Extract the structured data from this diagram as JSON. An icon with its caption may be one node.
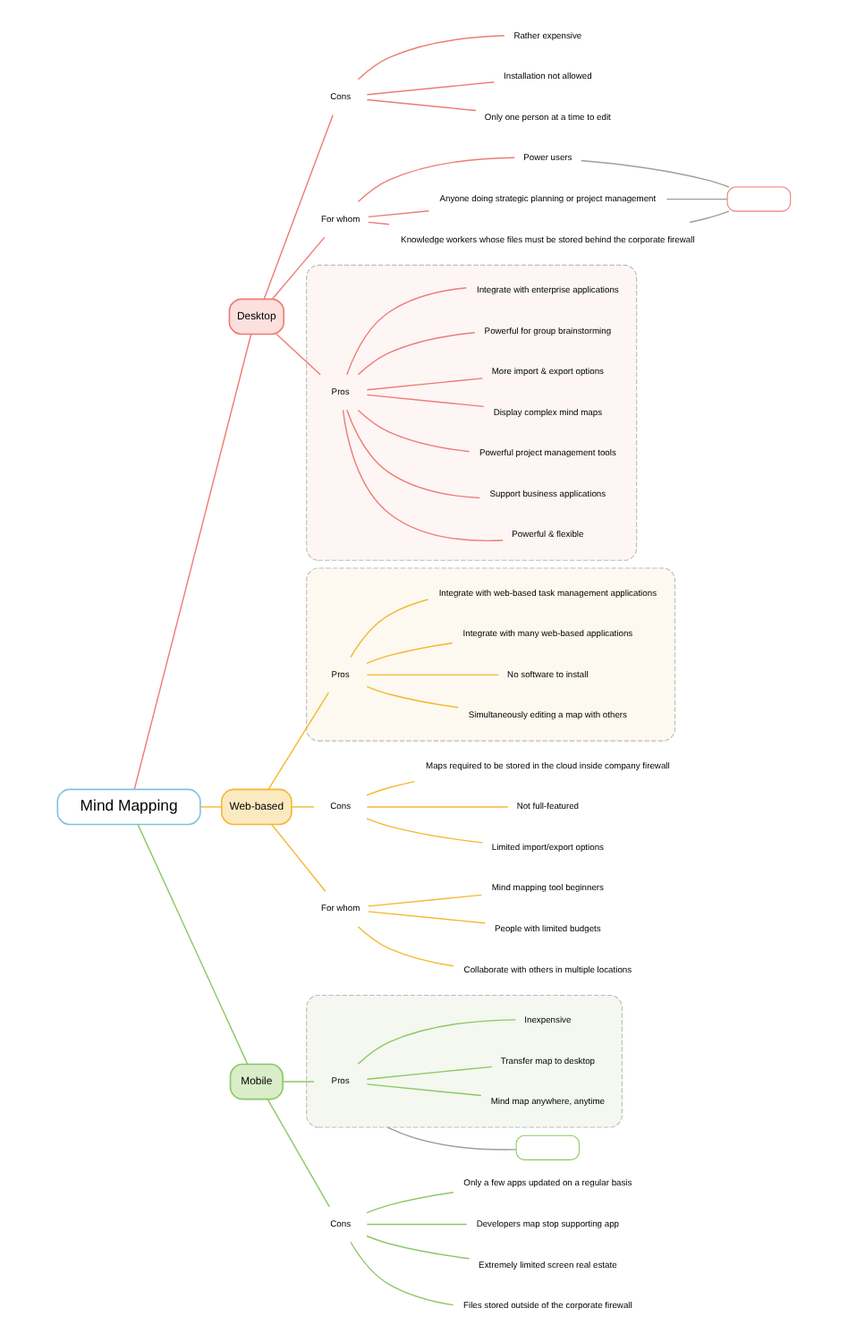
{
  "diagram": {
    "nodes": [
      {
        "text": [
          "Mind Mapping"
        ]
      },
      {
        "text": [
          "Desktop"
        ]
      },
      {
        "text": [],
        "shape": "box"
      },
      {
        "text": [
          "Pros"
        ],
        "in": 2
      },
      {
        "text": [
          "Powerful & flexible"
        ],
        "in": 2
      },
      {
        "text": [
          "Support business applications"
        ],
        "in": 2
      },
      {
        "text": [
          "Powerful project management tools"
        ],
        "in": 2
      },
      {
        "text": [
          "Display complex mind maps"
        ],
        "in": 2
      },
      {
        "text": [
          "More import & export options"
        ],
        "in": 2
      },
      {
        "text": [
          "Powerful for group brainstorming"
        ],
        "in": 2
      },
      {
        "text": [
          "Integrate with enterprise applications"
        ],
        "in": 2
      },
      {
        "text": [
          "Cons"
        ]
      },
      {
        "text": [
          "Rather expensive"
        ]
      },
      {
        "text": [
          "Installation not allowed"
        ]
      },
      {
        "text": [
          "Only one person at a time to edit"
        ]
      },
      {
        "text": [
          "For whom"
        ]
      },
      {
        "text": [
          "Power users"
        ]
      },
      {
        "text": [
          "Anyone doing strategic planning or project management"
        ]
      },
      {
        "text": [
          "Knowledge workers whose files must be stored behind the corporate firewall"
        ]
      },
      {
        "text": [],
        "shape": "box"
      },
      {
        "text": [
          "Web-based"
        ]
      },
      {
        "text": [],
        "shape": "box"
      },
      {
        "text": [
          "Pros"
        ],
        "in": 21
      },
      {
        "text": [
          "Simultaneously editing a map with others"
        ],
        "in": 21
      },
      {
        "text": [
          "No software to install"
        ],
        "in": 21
      },
      {
        "text": [
          "Integrate with many web-based applications"
        ],
        "in": 21
      },
      {
        "text": [
          "Integrate with web-based task management applications"
        ],
        "in": 21
      },
      {
        "text": [
          "Cons"
        ]
      },
      {
        "text": [
          "Maps required to be stored in the cloud inside company firewall"
        ]
      },
      {
        "text": [
          "Not full-featured"
        ]
      },
      {
        "text": [
          "Limited import/export options"
        ]
      },
      {
        "text": [
          "For whom"
        ]
      },
      {
        "text": [
          "Mind mapping tool beginners"
        ]
      },
      {
        "text": [
          "People with limited budgets"
        ]
      },
      {
        "text": [
          "Collaborate with others in multiple locations"
        ]
      },
      {
        "text": [
          "Mobile"
        ]
      },
      {
        "text": [],
        "shape": "box"
      },
      {
        "text": [
          "Pros"
        ],
        "in": 36
      },
      {
        "text": [
          "Mind map anywhere, anytime"
        ],
        "in": 36
      },
      {
        "text": [
          "Transfer map to desktop"
        ],
        "in": 36
      },
      {
        "text": [
          "Inexpensive"
        ],
        "in": 36
      },
      {
        "text": [],
        "shape": "box"
      },
      {
        "text": [
          "Cons"
        ]
      },
      {
        "text": [
          "Only a few apps updated on a regular basis"
        ]
      },
      {
        "text": [
          "Developers map stop supporting app"
        ]
      },
      {
        "text": [
          "Extremely limited screen real estate"
        ]
      },
      {
        "text": [
          "Files stored outside of the corporate firewall"
        ]
      }
    ],
    "edges": [
      {
        "from": 0,
        "to": 1,
        "arrow": "none",
        "color": "#ef7b73"
      },
      {
        "from": 1,
        "to": 3,
        "arrow": "none",
        "color": "#ef7b73"
      },
      {
        "from": 3,
        "to": 4,
        "arrow": "none",
        "color": "#ef7b73"
      },
      {
        "from": 3,
        "to": 5,
        "arrow": "none",
        "color": "#ef7b73"
      },
      {
        "from": 3,
        "to": 6,
        "arrow": "none",
        "color": "#ef7b73"
      },
      {
        "from": 3,
        "to": 7,
        "arrow": "none",
        "color": "#ef7b73"
      },
      {
        "from": 3,
        "to": 8,
        "arrow": "none",
        "color": "#ef7b73"
      },
      {
        "from": 3,
        "to": 9,
        "arrow": "none",
        "color": "#ef7b73"
      },
      {
        "from": 3,
        "to": 10,
        "arrow": "none",
        "color": "#ef7b73"
      },
      {
        "from": 1,
        "to": 11,
        "arrow": "none",
        "color": "#ef7b73"
      },
      {
        "from": 11,
        "to": 12,
        "arrow": "none",
        "color": "#ef7b73"
      },
      {
        "from": 11,
        "to": 13,
        "arrow": "none",
        "color": "#ef7b73"
      },
      {
        "from": 11,
        "to": 14,
        "arrow": "none",
        "color": "#ef7b73"
      },
      {
        "from": 1,
        "to": 15,
        "arrow": "none",
        "color": "#ef7b73"
      },
      {
        "from": 15,
        "to": 16,
        "arrow": "none",
        "color": "#ef7b73"
      },
      {
        "from": 15,
        "to": 17,
        "arrow": "none",
        "color": "#ef7b73"
      },
      {
        "from": 15,
        "to": 18,
        "arrow": "none",
        "color": "#ef7b73"
      },
      {
        "from": 16,
        "to": 19,
        "arrow": "none",
        "color": "#9e9e9e"
      },
      {
        "from": 17,
        "to": 19,
        "arrow": "none",
        "color": "#9e9e9e"
      },
      {
        "from": 18,
        "to": 19,
        "arrow": "none",
        "color": "#9e9e9e"
      },
      {
        "from": 0,
        "to": 20,
        "arrow": "none",
        "color": "#f5b731"
      },
      {
        "from": 20,
        "to": 22,
        "arrow": "none",
        "color": "#f5b731"
      },
      {
        "from": 22,
        "to": 23,
        "arrow": "none",
        "color": "#f5b731"
      },
      {
        "from": 22,
        "to": 24,
        "arrow": "none",
        "color": "#f5b731"
      },
      {
        "from": 22,
        "to": 25,
        "arrow": "none",
        "color": "#f5b731"
      },
      {
        "from": 22,
        "to": 26,
        "arrow": "none",
        "color": "#f5b731"
      },
      {
        "from": 20,
        "to": 27,
        "arrow": "none",
        "color": "#f5b731"
      },
      {
        "from": 27,
        "to": 28,
        "arrow": "none",
        "color": "#f5b731"
      },
      {
        "from": 27,
        "to": 29,
        "arrow": "none",
        "color": "#f5b731"
      },
      {
        "from": 27,
        "to": 30,
        "arrow": "none",
        "color": "#f5b731"
      },
      {
        "from": 20,
        "to": 31,
        "arrow": "none",
        "color": "#f5b731"
      },
      {
        "from": 31,
        "to": 32,
        "arrow": "none",
        "color": "#f5b731"
      },
      {
        "from": 31,
        "to": 33,
        "arrow": "none",
        "color": "#f5b731"
      },
      {
        "from": 31,
        "to": 34,
        "arrow": "none",
        "color": "#f5b731"
      },
      {
        "from": 0,
        "to": 35,
        "arrow": "none",
        "color": "#8cc864"
      },
      {
        "from": 35,
        "to": 37,
        "arrow": "none",
        "color": "#8cc864"
      },
      {
        "from": 37,
        "to": 38,
        "arrow": "none",
        "color": "#8cc864"
      },
      {
        "from": 37,
        "to": 39,
        "arrow": "none",
        "color": "#8cc864"
      },
      {
        "from": 37,
        "to": 40,
        "arrow": "none",
        "color": "#8cc864"
      },
      {
        "from": 36,
        "to": 41,
        "arrow": "none",
        "color": "#9e9e9e"
      },
      {
        "from": 35,
        "to": 42,
        "arrow": "none",
        "color": "#8cc864"
      },
      {
        "from": 42,
        "to": 43,
        "arrow": "none",
        "color": "#8cc864"
      },
      {
        "from": 42,
        "to": 44,
        "arrow": "none",
        "color": "#8cc864"
      },
      {
        "from": 42,
        "to": 45,
        "arrow": "none",
        "color": "#8cc864"
      },
      {
        "from": 42,
        "to": 46,
        "arrow": "none",
        "color": "#8cc864"
      }
    ]
  }
}
